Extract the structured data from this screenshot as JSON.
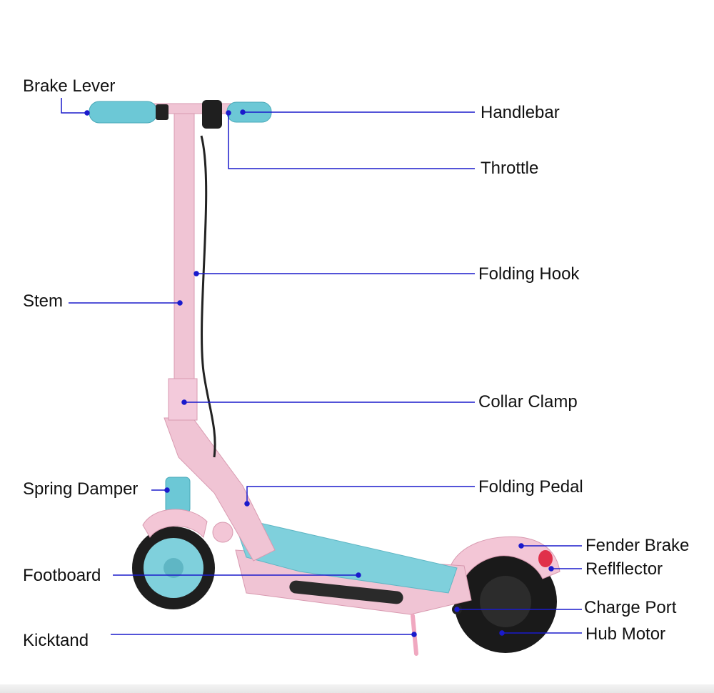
{
  "labels": {
    "brake_lever": "Brake Lever",
    "handlebar": "Handlebar",
    "throttle": "Throttle",
    "folding_hook": "Folding Hook",
    "stem": "Stem",
    "collar_clamp": "Collar Clamp",
    "spring_damper": "Spring Damper",
    "folding_pedal": "Folding Pedal",
    "fender_brake": "Fender Brake",
    "reflector": "Reflflector",
    "footboard": "Footboard",
    "charge_port": "Charge Port",
    "kickstand": "Kicktand",
    "hub_motor": "Hub Motor"
  },
  "colors": {
    "leader_line": "#1a1acc",
    "scooter_pink": "#f0c4d4",
    "grip_cyan": "#6cc8d6",
    "deck_cyan": "#7fd0dc",
    "tire_black": "#1a1a1a"
  }
}
